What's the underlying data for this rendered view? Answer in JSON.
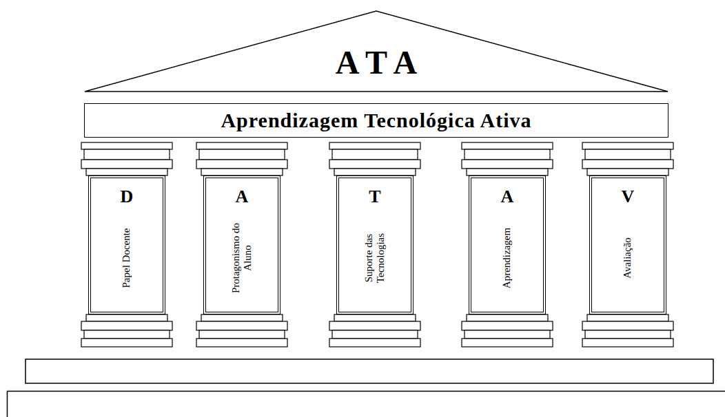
{
  "diagram": {
    "nodes": [
      {
        "text": [
          "A T A"
        ]
      },
      {
        "text": [
          "Aprendizagem Tecnológica Ativa"
        ]
      },
      {
        "text": [
          "D",
          "Papel Docente"
        ]
      },
      {
        "text": [
          "A",
          "Protagonismo do Aluno"
        ]
      },
      {
        "text": [
          "T",
          "Suporte das Tecnologias"
        ]
      },
      {
        "text": [
          "A",
          "Aprendizagem"
        ]
      },
      {
        "text": [
          "V",
          "Avaliação"
        ]
      }
    ]
  }
}
